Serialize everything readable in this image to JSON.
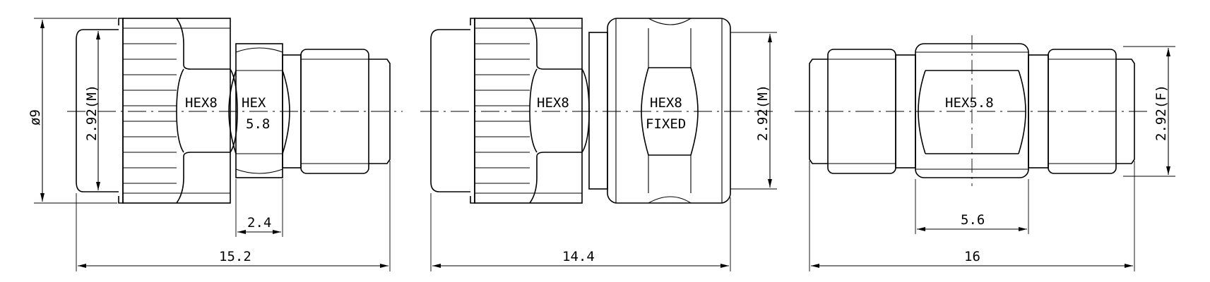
{
  "views": {
    "v1": {
      "hex_a": "HEX8",
      "hex_b_line1": "HEX",
      "hex_b_line2": "5.8",
      "thread": "2.92(M)",
      "diameter": "ø9",
      "dim_small": "2.4",
      "dim_length": "15.2"
    },
    "v2": {
      "hex_a": "HEX8",
      "hex_b_line1": "HEX8",
      "hex_b_line2": "FIXED",
      "thread": "2.92(M)",
      "dim_length": "14.4"
    },
    "v3": {
      "hex": "HEX5.8",
      "thread": "2.92(F)",
      "dim_small": "5.6",
      "dim_length": "16"
    }
  }
}
